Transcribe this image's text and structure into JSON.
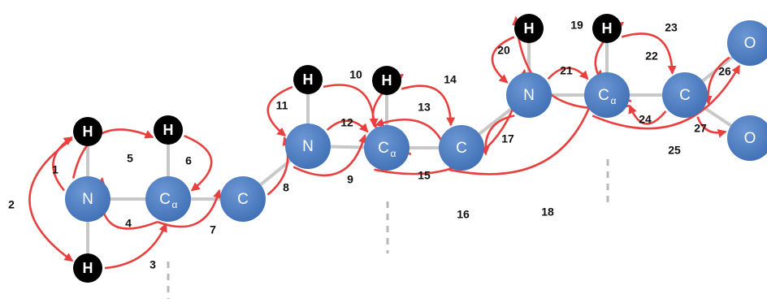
{
  "colors": {
    "heavy_atom": "#4e7fc4",
    "hydrogen": "#000000",
    "bond": "#c8c8c8",
    "arrow": "#e8403e",
    "dashed_divider": "#b8b8b8",
    "atom_text": "#ffffff",
    "number_text": "#111111"
  },
  "atoms": [
    {
      "id": "N1",
      "element": "N",
      "sub": "",
      "kind": "heavy"
    },
    {
      "id": "H1a",
      "element": "H",
      "sub": "",
      "kind": "hydrogen"
    },
    {
      "id": "H1b",
      "element": "H",
      "sub": "",
      "kind": "hydrogen"
    },
    {
      "id": "CA1",
      "element": "C",
      "sub": "α",
      "kind": "heavy"
    },
    {
      "id": "HA1",
      "element": "H",
      "sub": "",
      "kind": "hydrogen"
    },
    {
      "id": "C1",
      "element": "C",
      "sub": "",
      "kind": "heavy"
    },
    {
      "id": "N2",
      "element": "N",
      "sub": "",
      "kind": "heavy"
    },
    {
      "id": "H2",
      "element": "H",
      "sub": "",
      "kind": "hydrogen"
    },
    {
      "id": "CA2",
      "element": "C",
      "sub": "α",
      "kind": "heavy"
    },
    {
      "id": "HA2",
      "element": "H",
      "sub": "",
      "kind": "hydrogen"
    },
    {
      "id": "C2",
      "element": "C",
      "sub": "",
      "kind": "heavy"
    },
    {
      "id": "N3",
      "element": "N",
      "sub": "",
      "kind": "heavy"
    },
    {
      "id": "H3",
      "element": "H",
      "sub": "",
      "kind": "hydrogen"
    },
    {
      "id": "CA3",
      "element": "C",
      "sub": "α",
      "kind": "heavy"
    },
    {
      "id": "HA3",
      "element": "H",
      "sub": "",
      "kind": "hydrogen"
    },
    {
      "id": "C3",
      "element": "C",
      "sub": "",
      "kind": "heavy"
    },
    {
      "id": "O1",
      "element": "O",
      "sub": "",
      "kind": "heavy"
    },
    {
      "id": "O2",
      "element": "O",
      "sub": "",
      "kind": "heavy"
    }
  ],
  "bonds": [
    [
      "N1",
      "H1a"
    ],
    [
      "N1",
      "H1b"
    ],
    [
      "N1",
      "CA1"
    ],
    [
      "CA1",
      "HA1"
    ],
    [
      "CA1",
      "C1"
    ],
    [
      "C1",
      "N2"
    ],
    [
      "N2",
      "H2"
    ],
    [
      "N2",
      "CA2"
    ],
    [
      "CA2",
      "HA2"
    ],
    [
      "CA2",
      "C2"
    ],
    [
      "C2",
      "N3"
    ],
    [
      "N3",
      "H3"
    ],
    [
      "N3",
      "CA3"
    ],
    [
      "CA3",
      "HA3"
    ],
    [
      "CA3",
      "C3"
    ],
    [
      "C3",
      "O1"
    ],
    [
      "C3",
      "O2"
    ]
  ],
  "arrows": [
    {
      "label": "1",
      "from": "N1",
      "to": "H1a"
    },
    {
      "label": "2",
      "from": "H1a",
      "to": "H1b"
    },
    {
      "label": "3",
      "from": "H1b",
      "to": "CA1"
    },
    {
      "label": "4",
      "from": "CA1",
      "to": "N1"
    },
    {
      "label": "5",
      "from": "N1",
      "to": "HA1"
    },
    {
      "label": "6",
      "from": "HA1",
      "to": "CA1"
    },
    {
      "label": "7",
      "from": "CA1",
      "to": "C1"
    },
    {
      "label": "8",
      "from": "C1",
      "to": "N2"
    },
    {
      "label": "9",
      "from": "N2",
      "to": "CA2"
    },
    {
      "label": "10",
      "from": "H2",
      "to": "CA2"
    },
    {
      "label": "11",
      "from": "H2",
      "to": "N2"
    },
    {
      "label": "12",
      "from": "N2",
      "to": "CA2"
    },
    {
      "label": "13",
      "from": "CA2",
      "to": "HA2"
    },
    {
      "label": "14",
      "from": "HA2",
      "to": "C2"
    },
    {
      "label": "15",
      "from": "C2",
      "to": "CA2"
    },
    {
      "label": "16",
      "from": "CA2",
      "to": "N3"
    },
    {
      "label": "17",
      "from": "N3",
      "to": "C2"
    },
    {
      "label": "18",
      "from": "C2",
      "to": "CA3"
    },
    {
      "label": "19",
      "from": "CA3",
      "to": "H3"
    },
    {
      "label": "20",
      "from": "H3",
      "to": "N3"
    },
    {
      "label": "21",
      "from": "N3",
      "to": "CA3"
    },
    {
      "label": "22",
      "from": "CA3",
      "to": "HA3"
    },
    {
      "label": "23",
      "from": "HA3",
      "to": "C3"
    },
    {
      "label": "24",
      "from": "C3",
      "to": "CA3"
    },
    {
      "label": "25",
      "from": "CA3",
      "to": "O1"
    },
    {
      "label": "26",
      "from": "O1",
      "to": "C3"
    },
    {
      "label": "27",
      "from": "C3",
      "to": "O2"
    }
  ]
}
